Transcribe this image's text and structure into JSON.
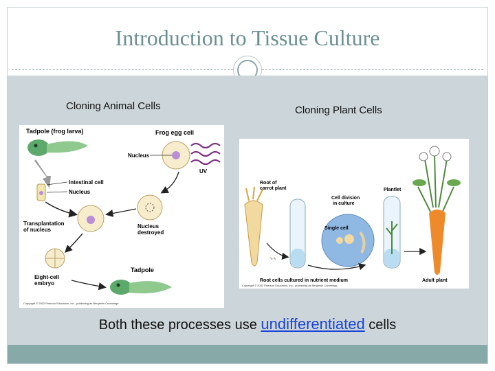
{
  "slide": {
    "title": "Introduction to Tissue Culture",
    "left_heading": "Cloning Animal Cells",
    "right_heading": "Cloning Plant Cells",
    "bottom_prefix": "Both these processes use",
    "bottom_link": "undifferentiated",
    "bottom_suffix": "cells"
  },
  "animal_figure": {
    "tadpole_larva": "Tadpole (frog larva)",
    "frog_egg_cell": "Frog egg cell",
    "nucleus_top": "Nucleus",
    "uv": "UV",
    "intestinal_cell": "Intestinal cell",
    "nucleus_mid": "Nucleus",
    "transplantation_1": "Transplantation",
    "transplantation_2": "of nucleus",
    "nucleus_destroyed_1": "Nucleus",
    "nucleus_destroyed_2": "destroyed",
    "eight_cell_1": "Eight-cell",
    "eight_cell_2": "embryo",
    "tadpole": "Tadpole",
    "copyright": "Copyright © 2002 Pearson Education, Inc., publishing as Benjamin Cummings."
  },
  "plant_figure": {
    "root_1": "Root of",
    "root_2": "carrot plant",
    "cell_division_1": "Cell division",
    "cell_division_2": "in culture",
    "plantlet": "Plantlet",
    "single_cell": "Single cell",
    "root_cells_cultured": "Root cells cultured in nutrient medium",
    "adult_plant": "Adult plant",
    "copyright": "Copyright © 2002 Pearson Education, Inc., publishing as Benjamin Cummings."
  }
}
